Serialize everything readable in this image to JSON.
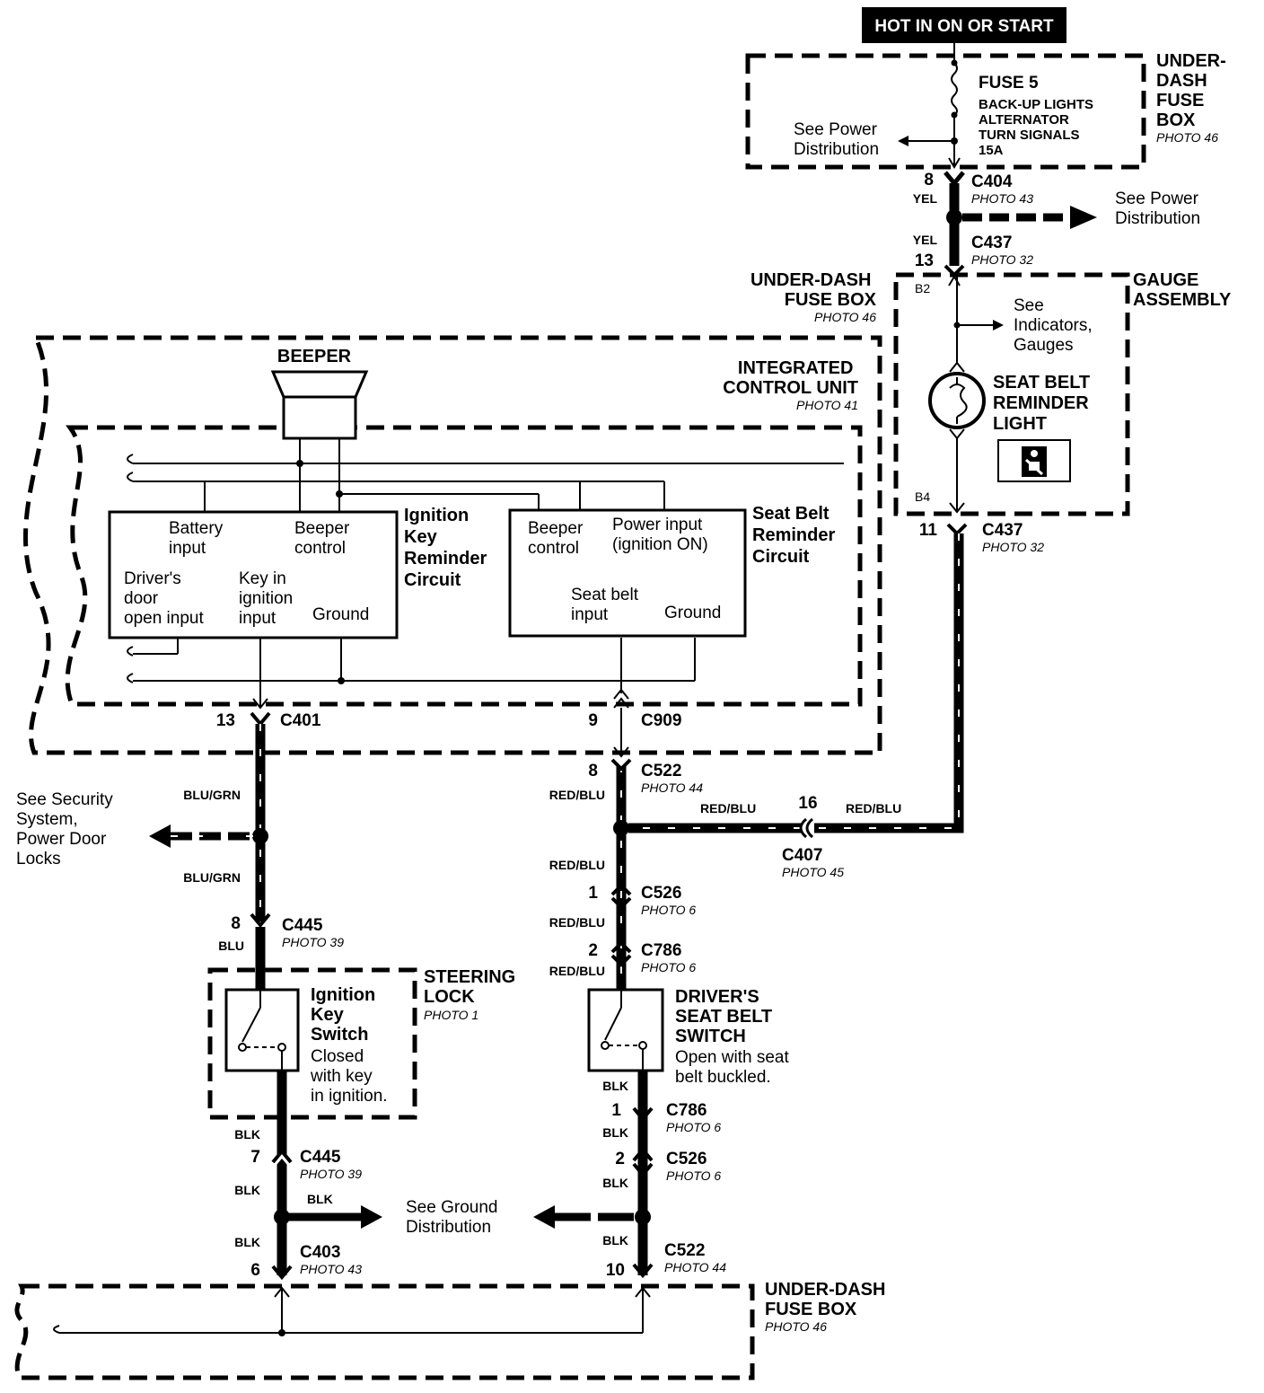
{
  "header": {
    "banner": "HOT IN ON OR START"
  },
  "labels": {
    "fuse_box_top": [
      "UNDER-",
      "DASH",
      "FUSE",
      "BOX"
    ],
    "fuse_box_top_photo": "PHOTO 46",
    "fuse5_title": "FUSE 5",
    "fuse5_lines": [
      "BACK-UP LIGHTS",
      "ALTERNATOR",
      "TURN SIGNALS",
      "15A"
    ],
    "see_power_dist_a": [
      "See Power",
      "Distribution"
    ],
    "see_power_dist_b": [
      "See Power",
      "Distribution"
    ],
    "fuse_box_mid": [
      "UNDER-DASH",
      "FUSE BOX"
    ],
    "fuse_box_mid_photo": "PHOTO 46",
    "gauge_assembly": [
      "GAUGE",
      "ASSEMBLY"
    ],
    "see_indicators": [
      "See",
      "Indicators,",
      "Gauges"
    ],
    "seat_belt_light": [
      "SEAT BELT",
      "REMINDER",
      "LIGHT"
    ],
    "beeper": "BEEPER",
    "icu": [
      "INTEGRATED",
      "CONTROL UNIT"
    ],
    "icu_photo": "PHOTO 41",
    "ikr_circuit": [
      "Ignition",
      "Key",
      "Reminder",
      "Circuit"
    ],
    "sbr_circuit": [
      "Seat Belt",
      "Reminder",
      "Circuit"
    ],
    "ikr_battery": [
      "Battery",
      "input"
    ],
    "ikr_beeper": [
      "Beeper",
      "control"
    ],
    "ikr_door": [
      "Driver's",
      "door",
      "open input"
    ],
    "ikr_key": [
      "Key in",
      "ignition",
      "input"
    ],
    "ikr_ground": "Ground",
    "sbr_beeper": [
      "Beeper",
      "control"
    ],
    "sbr_power": [
      "Power input",
      "(ignition ON)"
    ],
    "sbr_seatbelt": [
      "Seat belt",
      "input"
    ],
    "sbr_ground": "Ground",
    "see_security": [
      "See Security",
      "System,",
      "Power Door",
      "Locks"
    ],
    "steering_lock": [
      "STEERING",
      "LOCK"
    ],
    "steering_lock_photo": "PHOTO 1",
    "ign_switch": [
      "Ignition",
      "Key",
      "Switch"
    ],
    "ign_switch_note": [
      "Closed",
      "with key",
      "in ignition."
    ],
    "driver_switch": [
      "DRIVER'S",
      "SEAT BELT",
      "SWITCH"
    ],
    "driver_switch_note": [
      "Open with seat",
      "belt buckled."
    ],
    "see_ground": [
      "See Ground",
      "Distribution"
    ],
    "fuse_box_bottom": [
      "UNDER-DASH",
      "FUSE BOX"
    ],
    "fuse_box_bottom_photo": "PHOTO 46"
  },
  "connectors": [
    {
      "name": "C404",
      "photo": "PHOTO 43",
      "pin": "8"
    },
    {
      "name": "C437",
      "photo": "PHOTO 32",
      "pin": "13"
    },
    {
      "name": "C437",
      "photo": "PHOTO 32",
      "pin": "11"
    },
    {
      "name": "C401",
      "pin": "13"
    },
    {
      "name": "C909",
      "pin": "9"
    },
    {
      "name": "C522",
      "photo": "PHOTO 44",
      "pin": "8"
    },
    {
      "name": "C407",
      "photo": "PHOTO 45",
      "pin": "16"
    },
    {
      "name": "C526",
      "photo": "PHOTO 6",
      "pin": "1"
    },
    {
      "name": "C786",
      "photo": "PHOTO 6",
      "pin": "2"
    },
    {
      "name": "C445",
      "photo": "PHOTO 39",
      "pin": "8"
    },
    {
      "name": "C786",
      "photo": "PHOTO 6",
      "pin": "1"
    },
    {
      "name": "C526",
      "photo": "PHOTO 6",
      "pin": "2"
    },
    {
      "name": "C445",
      "photo": "PHOTO 39",
      "pin": "7"
    },
    {
      "name": "C403",
      "photo": "PHOTO 43",
      "pin": "6"
    },
    {
      "name": "C522",
      "photo": "PHOTO 44",
      "pin": "10"
    }
  ],
  "terminals": {
    "b2": "B2",
    "b4": "B4"
  },
  "wire_colors": {
    "yel": "YEL",
    "blu_grn": "BLU/GRN",
    "blu": "BLU",
    "red_blu": "RED/BLU",
    "blk": "BLK"
  }
}
